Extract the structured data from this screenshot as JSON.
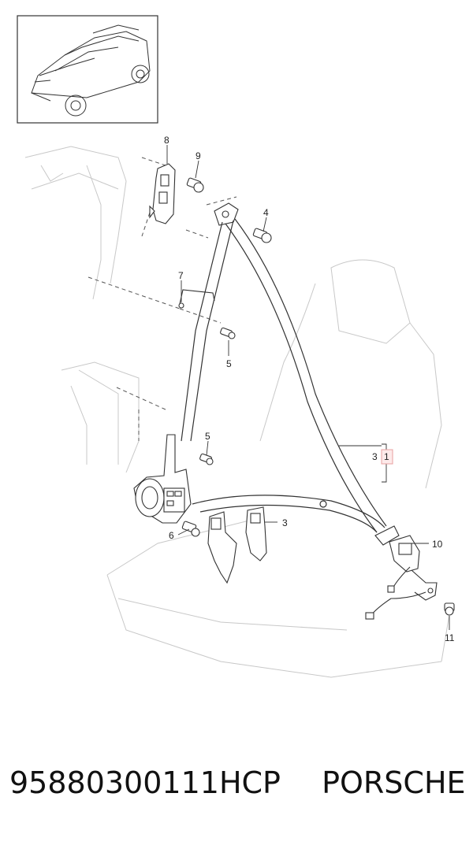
{
  "callouts": {
    "c1": "1",
    "c3a": "3",
    "c3b": "3",
    "c4": "4",
    "c5a": "5",
    "c5b": "5",
    "c6": "6",
    "c7": "7",
    "c8": "8",
    "c9": "9",
    "c10": "10",
    "c11": "11"
  },
  "footer": {
    "part_number": "95880300111HCP",
    "brand": "PORSCHE"
  },
  "colors": {
    "line": "#444444",
    "faint": "#c8c8c8",
    "highlight": "#e8a0a0"
  }
}
